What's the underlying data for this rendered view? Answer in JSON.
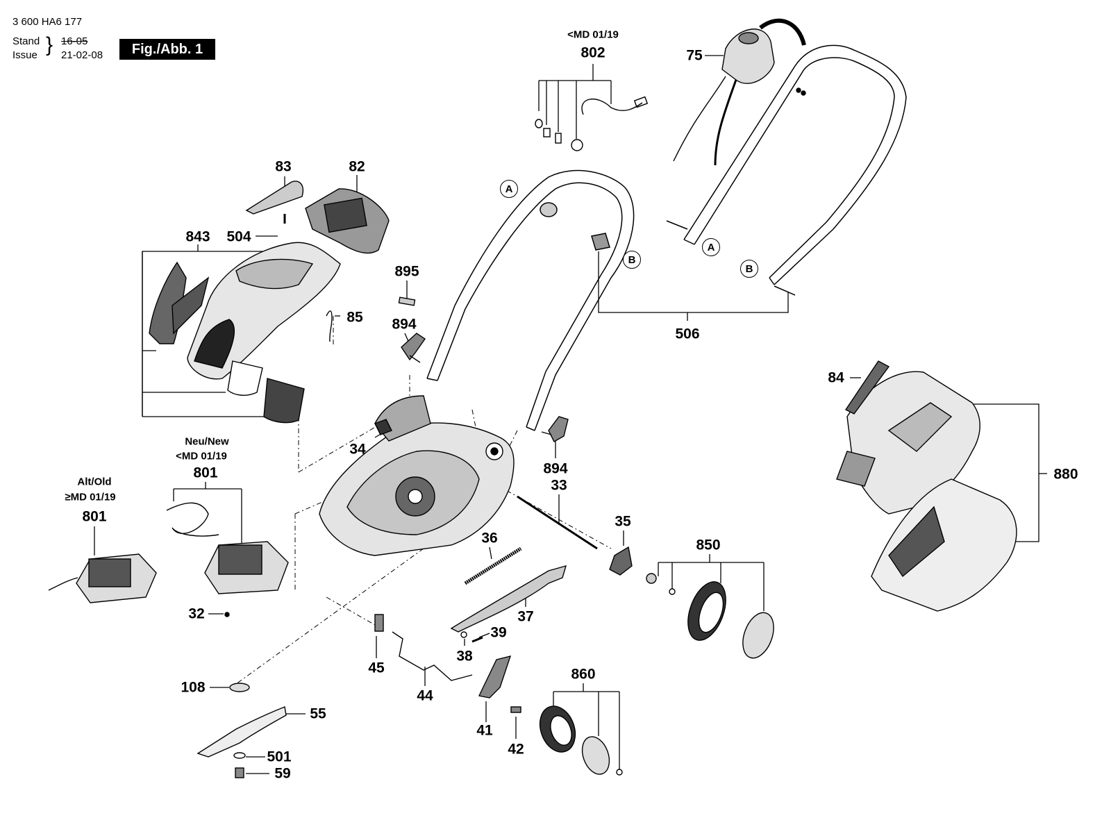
{
  "header": {
    "doc_code": "3 600 HA6 177",
    "stand_label": "Stand",
    "issue_label": "Issue",
    "old_date": "16-05",
    "new_date": "21-02-08",
    "figure_label": "Fig./Abb. 1"
  },
  "notes": {
    "md_802": "<MD 01/19",
    "neu_new": "Neu/New",
    "md_801_new": "<MD 01/19",
    "alt_old": "Alt/Old",
    "md_801_old": "≥MD 01/19"
  },
  "parts": {
    "p75": "75",
    "p802": "802",
    "p83": "83",
    "p82": "82",
    "p504": "504",
    "p843": "843",
    "p85": "85",
    "p895": "895",
    "p894a": "894",
    "p894b": "894",
    "p506": "506",
    "p34": "34",
    "p801a": "801",
    "p801b": "801",
    "p33": "33",
    "p35": "35",
    "p36": "36",
    "p850": "850",
    "p84": "84",
    "p880": "880",
    "p32": "32",
    "p37": "37",
    "p39": "39",
    "p38": "38",
    "p45": "45",
    "p44": "44",
    "p108": "108",
    "p55": "55",
    "p860": "860",
    "p41": "41",
    "p42": "42",
    "p501": "501",
    "p59": "59"
  },
  "callouts": {
    "a1": "A",
    "a2": "A",
    "b1": "B",
    "b2": "B"
  }
}
